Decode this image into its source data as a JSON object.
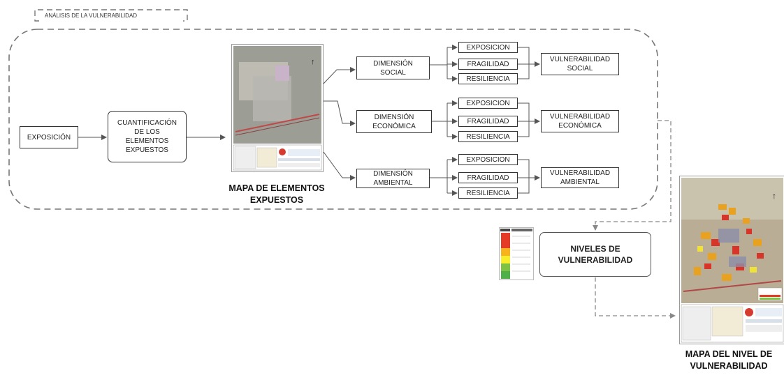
{
  "section_label": "ANÁLISIS DE LA VULNERABILIDAD",
  "exposicion": "EXPOSICIÓN",
  "cuantificacion": "CUANTIFICACIÓN\nDE LOS\nELEMENTOS\nEXPUESTOS",
  "map1_caption": "MAPA DE ELEMENTOS\nEXPUESTOS",
  "dimensions": [
    {
      "label": "DIMENSIÓN\nSOCIAL",
      "factors": [
        "EXPOSICION",
        "FRAGILIDAD",
        "RESILIENCIA"
      ],
      "result": "VULNERABILIDAD\nSOCIAL"
    },
    {
      "label": "DIMENSIÓN\nECONÓMICA",
      "factors": [
        "EXPOSICION",
        "FRAGILIDAD",
        "RESILIENCIA"
      ],
      "result": "VULNERABILIDAD\nECONÓMICA"
    },
    {
      "label": "DIMENSIÓN\nAMBIENTAL",
      "factors": [
        "EXPOSICION",
        "FRAGILIDAD",
        "RESILIENCIA"
      ],
      "result": "VULNERABILIDAD\nAMBIENTAL"
    }
  ],
  "niveles": "NIVELES DE\nVULNERABILIDAD",
  "map2_caption": "MAPA DEL NIVEL DE\nVULNERABILIDAD",
  "legend_colors": [
    "#e53b26",
    "#e53b26",
    "#f8b21c",
    "#f6ee2a",
    "#7dc242",
    "#4fb048"
  ],
  "colors": {
    "line": "#555555",
    "dash": "#777777",
    "box_border": "#333333"
  }
}
